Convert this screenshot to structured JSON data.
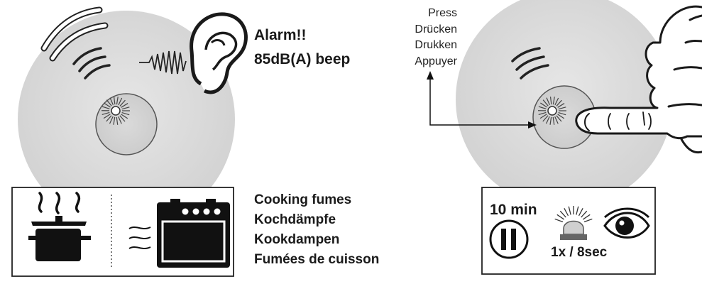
{
  "left_panel": {
    "alarm_lines": [
      "Alarm!!",
      "85dB(A) beep"
    ],
    "cooking_lines": [
      "Cooking fumes",
      "Kochdämpfe",
      "Kookdampen",
      "Fumées de cuisson"
    ]
  },
  "right_panel": {
    "press_lines": [
      "Press",
      "Drücken",
      "Drukken",
      "Appuyer"
    ],
    "hush_duration": "10 min",
    "flash_rate": "1x / 8sec"
  },
  "colors": {
    "detector_fill": "#dcdcdc",
    "detector_edge": "#cfcfcf",
    "ink": "#1a1a1a"
  }
}
